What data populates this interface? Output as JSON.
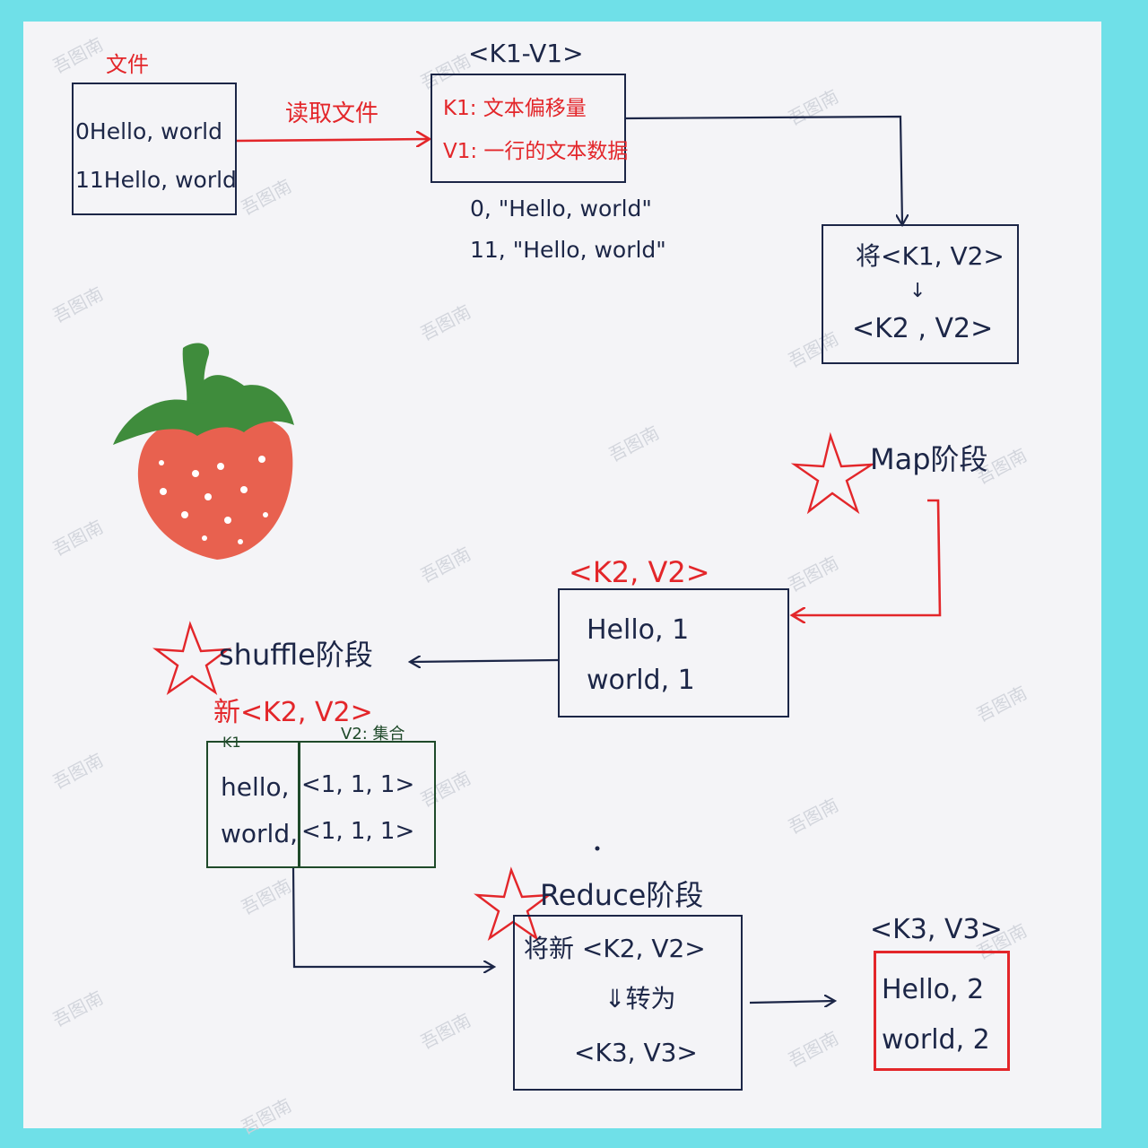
{
  "file_block": {
    "title": "文件",
    "lines": [
      "0Hello, world",
      "11Hello, world"
    ]
  },
  "read_arrow_label": "读取文件",
  "kv1_block": {
    "heading": "<K1-V1>",
    "k_line": "K1: 文本偏移量",
    "v_line": "V1: 一行的文本数据",
    "samples": [
      "0, \"Hello, world\"",
      "11, \"Hello, world\""
    ]
  },
  "convert_block": {
    "line1": "将<K1, V2>",
    "arrow": "↓",
    "line2": "<K2 , V2>"
  },
  "map_stage": {
    "star": "☆",
    "label": "Map阶段"
  },
  "kv2_block": {
    "heading": "<K2, V2>",
    "rows": [
      "Hello, 1",
      "world, 1"
    ]
  },
  "shuffle_stage": {
    "star": "☆",
    "label": "shuffle阶段",
    "new_heading": "新<K2, V2>",
    "k_label": "K1",
    "v_label": "V2: 集合",
    "table": [
      {
        "key": "hello,",
        "value": "<1, 1, 1>"
      },
      {
        "key": "world,",
        "value": "<1, 1, 1>"
      }
    ]
  },
  "reduce_stage": {
    "star": "☆",
    "label": "Reduce阶段",
    "line1": "将新 <K2, V2>",
    "line2": "⇓转为",
    "line3": "<K3, V3>"
  },
  "kv3_block": {
    "heading": "<K3, V3>",
    "rows": [
      "Hello, 2",
      "world, 2"
    ]
  },
  "watermark": "吾图南",
  "colors": {
    "frame": "#6fe0e8",
    "paper": "#f4f4f7",
    "ink": "#1c2647",
    "red_ink": "#e3262a",
    "green_ink": "#1f4a2a",
    "strawberry_body": "#e8614f",
    "strawberry_leaf": "#3f8c3c"
  }
}
